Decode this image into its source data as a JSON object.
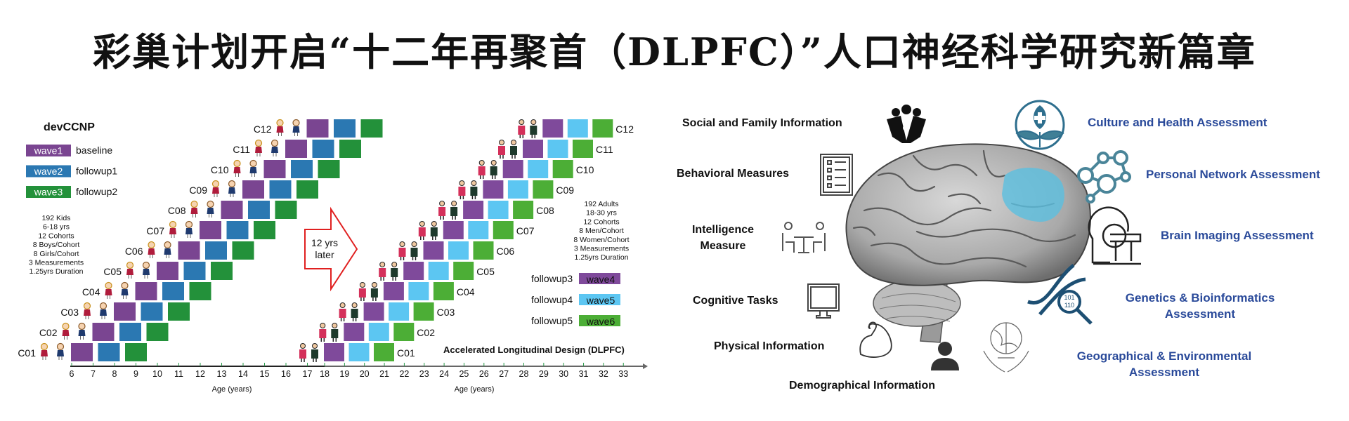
{
  "title": "彩巢计划开启“十二年再聚首（DLPFC）”人口神经科学研究新篇章",
  "chart_data": {
    "type": "diagram",
    "left_title": "devCCNP",
    "kids_legend": [
      {
        "wave": "wave1",
        "label": "baseline",
        "color": "#7a4591"
      },
      {
        "wave": "wave2",
        "label": "followup1",
        "color": "#2b78b2"
      },
      {
        "wave": "wave3",
        "label": "followup2",
        "color": "#23913a"
      }
    ],
    "kids_info": [
      "192 Kids",
      "6-18 yrs",
      "12 Cohorts",
      "8 Boys/Cohort",
      "8 Girls/Cohort",
      "3 Measurements",
      "1.25yrs Duration"
    ],
    "adults_legend": [
      {
        "wave": "wave4",
        "label": "followup3",
        "color": "#7f4a9b"
      },
      {
        "wave": "wave5",
        "label": "followup4",
        "color": "#5cc6f2"
      },
      {
        "wave": "wave6",
        "label": "followup5",
        "color": "#4cae36"
      }
    ],
    "adults_info": [
      "192 Adults",
      "18-30 yrs",
      "12 Cohorts",
      "8 Men/Cohort",
      "8 Women/Cohort",
      "3 Measurements",
      "1.25yrs Duration"
    ],
    "arrow_text": [
      "12 yrs",
      "later"
    ],
    "design_title": "Accelerated Longitudinal Design (DLPFC)",
    "cohorts": [
      "C01",
      "C02",
      "C03",
      "C04",
      "C05",
      "C06",
      "C07",
      "C08",
      "C09",
      "C10",
      "C11",
      "C12"
    ],
    "kids_start_ages": [
      6,
      7,
      8,
      9,
      10,
      11,
      12,
      13,
      14,
      15,
      16,
      17
    ],
    "adults_start_ages": [
      18,
      19,
      20,
      21,
      22,
      23,
      24,
      25,
      26,
      27,
      28,
      29
    ],
    "wave_interval_years": 1.25,
    "x_ticks": [
      6,
      7,
      8,
      9,
      10,
      11,
      12,
      13,
      14,
      15,
      16,
      17,
      18,
      19,
      20,
      21,
      22,
      23,
      24,
      25,
      26,
      27,
      28,
      29,
      30,
      31,
      32,
      33
    ],
    "xlabel": "Age (years)",
    "accent_red": "#e02020"
  },
  "left_labels": [
    {
      "id": "social",
      "text": "Social and Family Information",
      "icon": "family-icon"
    },
    {
      "id": "behavioral",
      "text": "Behavioral Measures",
      "icon": "checklist-icon"
    },
    {
      "id": "intelligence",
      "text": [
        "Intelligence",
        "Measure"
      ],
      "icon": "meeting-icon"
    },
    {
      "id": "cognitive",
      "text": "Cognitive Tasks",
      "icon": "monitor-icon"
    },
    {
      "id": "physical",
      "text": "Physical Information",
      "icon": "arm-icon"
    },
    {
      "id": "demographical",
      "text": "Demographical Information",
      "icon": "person-icon"
    }
  ],
  "right_labels": [
    {
      "id": "culture",
      "text": "Culture and Health Assessment",
      "icon": "health-leaf-icon"
    },
    {
      "id": "network",
      "text": "Personal Network Assessment",
      "icon": "network-icon"
    },
    {
      "id": "imaging",
      "text": "Brain Imaging Assessment",
      "icon": "mri-scanner-icon"
    },
    {
      "id": "genetics",
      "text": [
        "Genetics & Bioinformatics",
        "Assessment"
      ],
      "icon": "dna-icon"
    },
    {
      "id": "geo",
      "text": [
        "Geographical & Environmental",
        "Assessment"
      ],
      "icon": "globe-icon"
    }
  ],
  "dna_icon_digits": [
    "101",
    "110"
  ],
  "colors": {
    "label_blue": "#2a4a9a",
    "icon_teal": "#3f7f96",
    "dlpfc": "#5bbfe0"
  }
}
